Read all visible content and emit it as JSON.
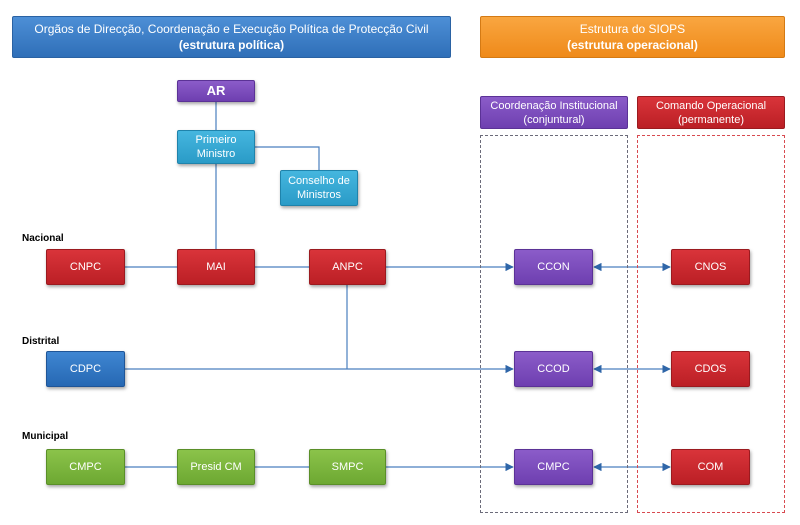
{
  "headers": {
    "political_line1": "Orgãos de Direcção, Coordenação e Execução Política de Protecção Civil",
    "political_line2": "(estrutura política)",
    "siops_line1": "Estrutura do SIOPS",
    "siops_line2": "(estrutura operacional)"
  },
  "columns": {
    "coord_line1": "Coordenação Institucional",
    "coord_line2": "(conjuntural)",
    "comando_line1": "Comando Operacional",
    "comando_line2": "(permanente)"
  },
  "levels": {
    "nacional": "Nacional",
    "distrital": "Distrital",
    "municipal": "Municipal"
  },
  "nodes": {
    "ar": "AR",
    "primeiro_ministro_line1": "Primeiro",
    "primeiro_ministro_line2": "Ministro",
    "conselho_line1": "Conselho de",
    "conselho_line2": "Ministros",
    "cnpc": "CNPC",
    "mai": "MAI",
    "anpc": "ANPC",
    "ccon": "CCON",
    "cnos": "CNOS",
    "cdpc": "CDPC",
    "ccod": "CCOD",
    "cdos": "CDOS",
    "cmpc": "CMPC",
    "presid_cm": "Presid CM",
    "smpc": "SMPC",
    "cmpc_coord": "CMPC",
    "com": "COM"
  },
  "colors": {
    "political_header": "#3b7fcb",
    "siops_header": "#f59a2e",
    "purple": "#7a4bbd",
    "red": "#c8282e",
    "blue": "#2f74c0",
    "cyan": "#35a8d4",
    "green": "#7cb33e"
  }
}
